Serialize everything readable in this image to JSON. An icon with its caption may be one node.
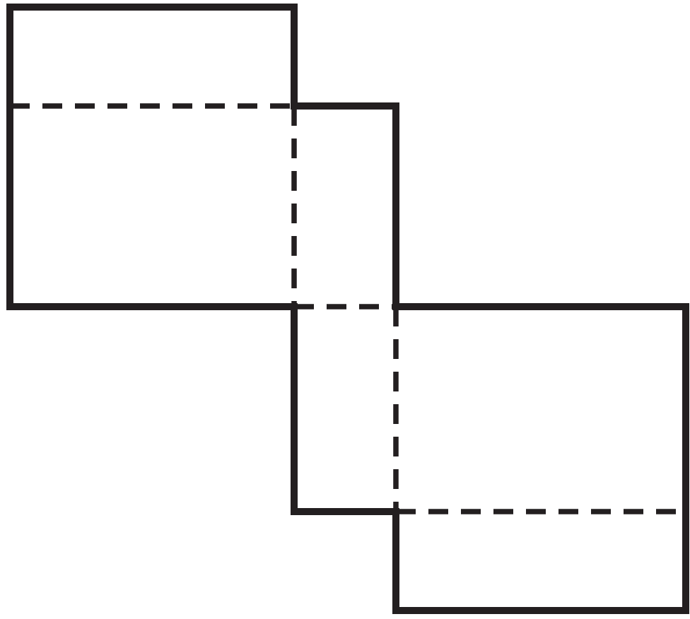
{
  "diagram": {
    "nodes": [
      {
        "text": [],
        "shape": "box"
      },
      {
        "text": [],
        "shape": "box"
      },
      {
        "text": [],
        "shape": "box"
      },
      {
        "text": [],
        "shape": "box"
      },
      {
        "text": [],
        "shape": "box"
      },
      {
        "text": [],
        "shape": "box"
      }
    ]
  }
}
